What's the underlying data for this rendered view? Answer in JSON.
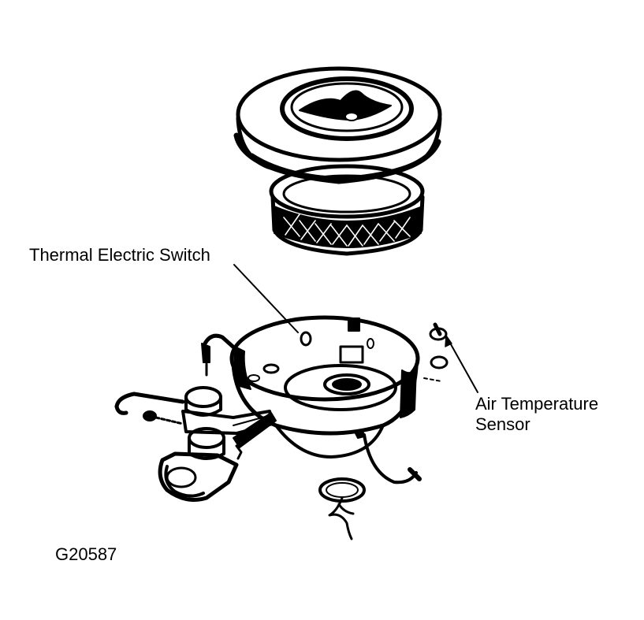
{
  "labels": {
    "thermal_electric_switch": "Thermal Electric Switch",
    "air_temperature_sensor_line1": "Air Temperature",
    "air_temperature_sensor_line2": "Sensor",
    "figure_code": "G20587"
  },
  "colors": {
    "ink": "#000000",
    "paper": "#ffffff"
  }
}
